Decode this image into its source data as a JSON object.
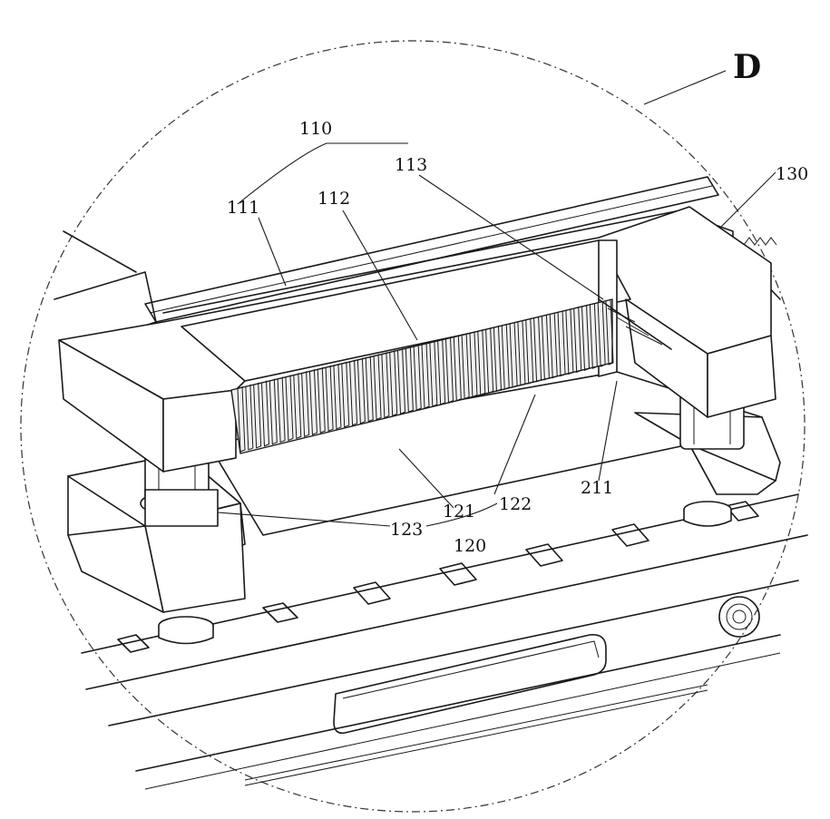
{
  "figure": {
    "detail_label": "D",
    "callouts": {
      "c110": "110",
      "c111": "111",
      "c112": "112",
      "c113": "113",
      "c121": "121",
      "c122": "122",
      "c123": "123",
      "c120": "120",
      "c130": "130",
      "c211": "211"
    }
  }
}
